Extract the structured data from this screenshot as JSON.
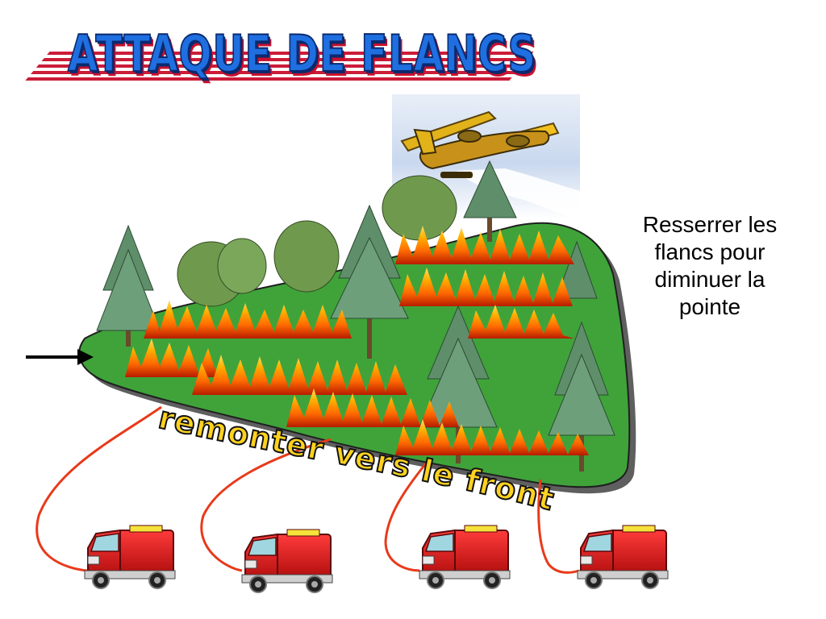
{
  "title": "ATTAQUE DE FLANCS",
  "annotation": "Resserrer  les\nflancs pour\ndiminuer  la\npointe",
  "banner": "remonter vers le front",
  "icons": {
    "plane": "water-bomber-plane-icon",
    "truck": "fire-truck-icon",
    "arrow": "right-arrow-icon"
  },
  "colors": {
    "title_blue": "#1f6fe0",
    "title_shadow": "#c8102e",
    "ground_green": "#3fa33a",
    "hose_red": "#e83a1a",
    "banner_yellow": "#ffd21f"
  }
}
